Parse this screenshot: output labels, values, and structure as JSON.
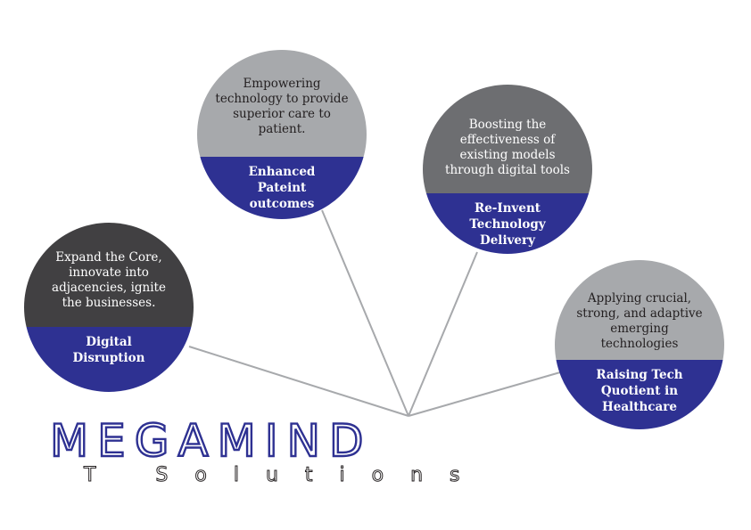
{
  "colors": {
    "accent_blue": "#2e3192",
    "light_gray": "#a7a9ac",
    "mid_gray": "#6d6e71",
    "dark_gray": "#414042",
    "connector": "#a7a9ac"
  },
  "nodes": [
    {
      "description": "Expand the Core, innovate into adjacencies, ignite the businesses.",
      "title": "Digital Disruption"
    },
    {
      "description": "Empowering technology to provide superior care to patient.",
      "title": "Enhanced Pateint outcomes"
    },
    {
      "description": "Boosting the effectiveness of existing models through digital tools",
      "title": "Re-Invent Technology Delivery"
    },
    {
      "description": "Applying crucial, strong, and adaptive emerging technologies",
      "title": "Raising Tech Quotient in Healthcare"
    }
  ],
  "logo": {
    "name": "MEGAMIND",
    "tagline": "T Solutions"
  }
}
